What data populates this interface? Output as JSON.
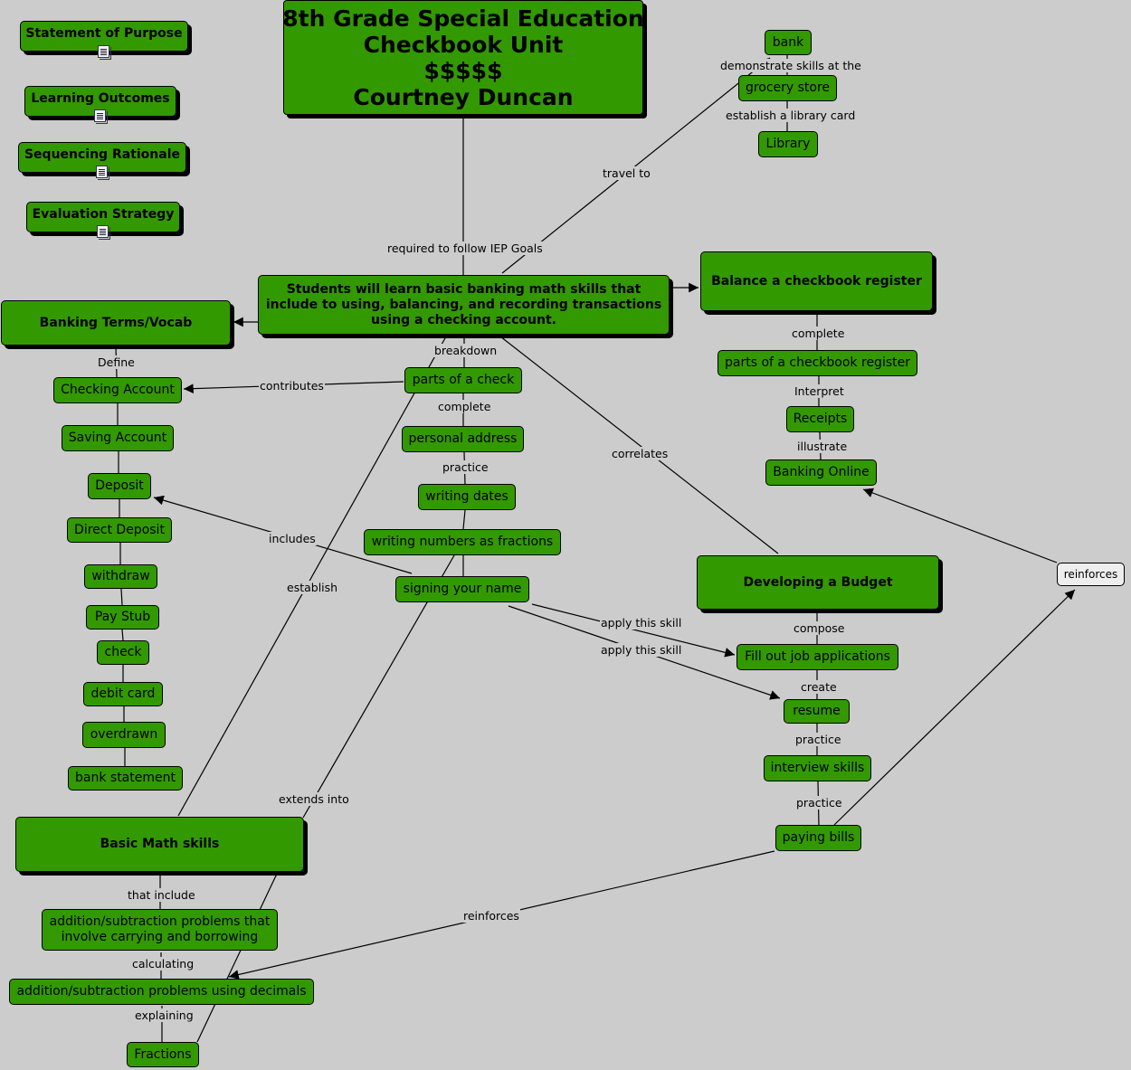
{
  "nodes": {
    "title": [
      "8th Grade Special Education",
      "Checkbook Unit",
      "$$$$$",
      "Courtney Duncan"
    ],
    "statement_of_purpose": "Statement of Purpose",
    "learning_outcomes": "Learning Outcomes",
    "sequencing_rationale": "Sequencing Rationale",
    "evaluation_strategy": "Evaluation Strategy",
    "bank": "bank",
    "grocery_store": "grocery store",
    "library": "Library",
    "main_goal": [
      "Students will learn basic banking math skills that",
      "include to using, balancing, and recording transactions",
      "using a checking account."
    ],
    "banking_terms": "Banking Terms/Vocab",
    "balance_checkbook": "Balance a checkbook register",
    "parts_of_register": "parts of a checkbook register",
    "receipts": "Receipts",
    "banking_online": "Banking Online",
    "checking_account": "Checking Account",
    "saving_account": "Saving Account",
    "deposit": "Deposit",
    "direct_deposit": "Direct Deposit",
    "withdraw": "withdraw",
    "pay_stub": "Pay Stub",
    "check": "check",
    "debit_card": "debit card",
    "overdrawn": "overdrawn",
    "bank_statement": "bank statement",
    "parts_of_check": "parts of a check",
    "personal_address": "personal address",
    "writing_dates": "writing dates",
    "writing_numbers": "writing numbers as fractions",
    "signing_name": "signing your name",
    "developing_budget": "Developing a Budget",
    "job_applications": "Fill out job applications",
    "resume": "resume",
    "interview_skills": "interview skills",
    "paying_bills": "paying bills",
    "reinforces_node": "reinforces",
    "basic_math": "Basic Math skills",
    "carry_borrow": [
      "addition/subtraction problems that",
      "involve carrying and borrowing"
    ],
    "decimals": "addition/subtraction problems using decimals",
    "fractions": "Fractions"
  },
  "links": {
    "demonstrate": "demonstrate skills at the",
    "establish_library": "establish a library card",
    "travel_to": "travel to",
    "required_iep": "required to follow IEP Goals",
    "define": "Define",
    "breakdown": "breakdown",
    "contributes": "contributes",
    "complete_check": "complete",
    "practice_dates": "practice",
    "complete_register": "complete",
    "interpret": "Interpret",
    "illustrate": "illustrate",
    "correlates": "correlates",
    "includes": "includes",
    "establish": "establish",
    "apply_skill_1": "apply this skill",
    "apply_skill_2": "apply this skill",
    "compose": "compose",
    "create": "create",
    "practice_interview": "practice",
    "practice_bills": "practice",
    "extends_into": "extends into",
    "that_include": "that include",
    "calculating": "calculating",
    "explaining": "explaining",
    "reinforces_link": "reinforces"
  },
  "colors": {
    "node_fill": "#339900",
    "background": "#cccccc",
    "reinforces_fill": "#eeeeee"
  }
}
